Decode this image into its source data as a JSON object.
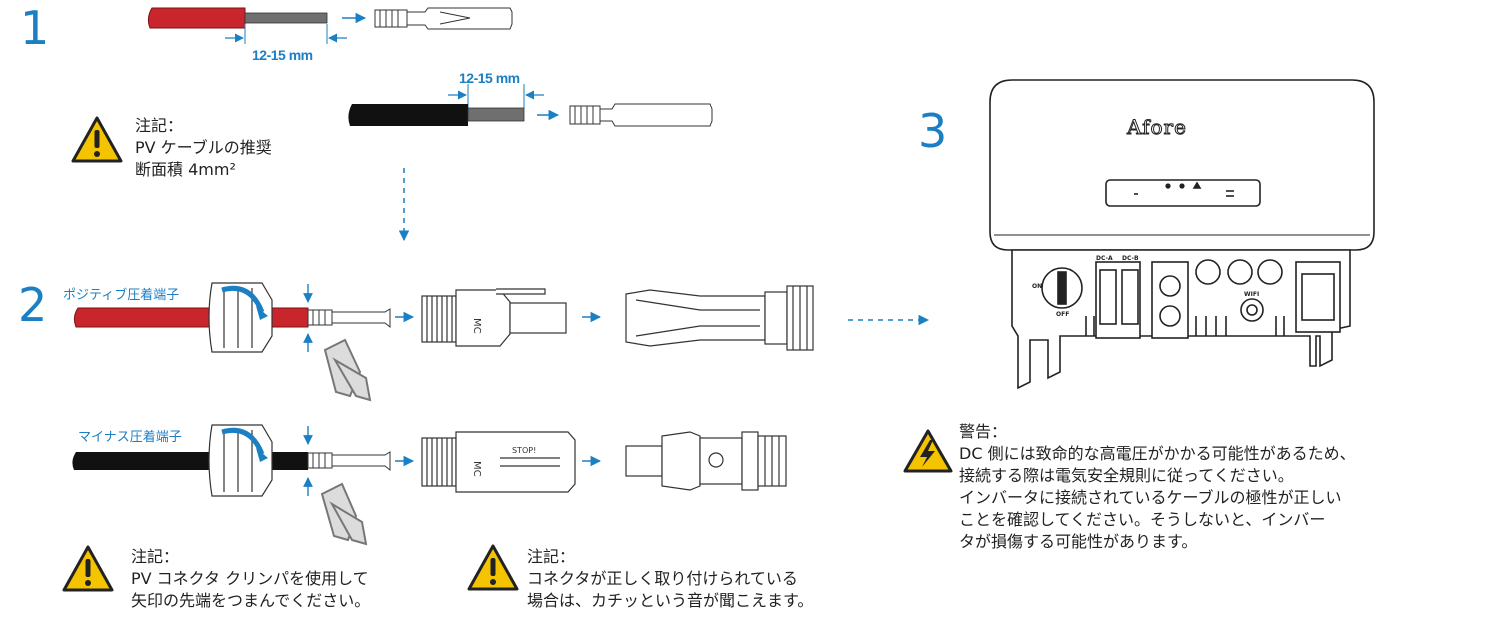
{
  "steps": {
    "s1": "1",
    "s2": "2",
    "s3": "3"
  },
  "dimensions": {
    "top": "12-15 mm",
    "second": "12-15 mm"
  },
  "terminals": {
    "positive": "ポジティブ圧着端子",
    "negative": "マイナス圧着端子"
  },
  "note_cable": {
    "title": "注記：",
    "line1": "PV ケーブルの推奨",
    "line2": "断面積 4mm²"
  },
  "note_crimp": {
    "title": "注記：",
    "line1": "PV コネクタ クリンパを使用して",
    "line2": "矢印の先端をつまんでください。"
  },
  "note_click": {
    "title": "注記：",
    "line1": "コネクタが正しく取り付けられている",
    "line2": "場合は、カチッという音が聞こえます。"
  },
  "warning": {
    "title": "警告：",
    "lines": [
      "DC 側には致命的な高電圧がかかる可能性があるため、",
      "接続する際は電気安全規則に従ってください。",
      "インバータに接続されているケーブルの極性が正しい",
      "ことを確認してください。そうしないと、インバー",
      "タが損傷する可能性があります。"
    ]
  },
  "inverter": {
    "brand": "Afore",
    "labels": {
      "dc_a": "DC-A",
      "dc_b": "DC-B",
      "wifi": "WIFI",
      "on": "ON",
      "off": "OFF"
    }
  },
  "connector_marks": {
    "mc": "MC",
    "stop": "STOP!"
  },
  "colors": {
    "accent": "#1b7fc4",
    "red_cable": "#c8262c",
    "black_cable": "#111111",
    "warning_yellow": "#f5c400",
    "text": "#222222"
  }
}
